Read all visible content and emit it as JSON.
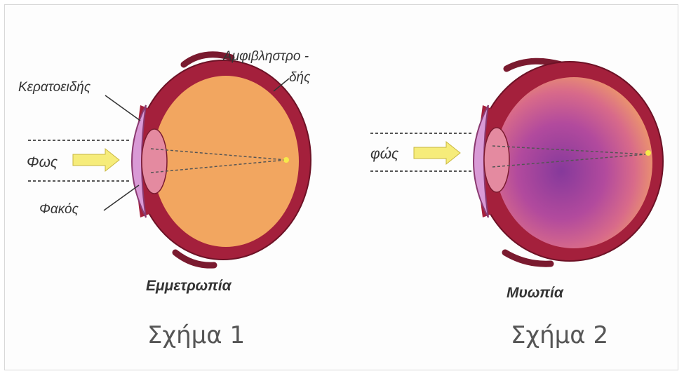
{
  "figure1": {
    "labels": {
      "retina_line1": "Αμφιβληστρο -",
      "retina_line2": "δής",
      "cornea": "Κερατοειδής",
      "light": "Φως",
      "lens": "Φακός"
    },
    "title": "Εμμετρωπία",
    "caption": "Σχήμα 1"
  },
  "figure2": {
    "labels": {
      "light": "φώς"
    },
    "title": "Μυωπία",
    "caption": "Σχήμα 2"
  },
  "colors": {
    "sclera": "#a4203c",
    "sclera_edge": "#6d1226",
    "vitreous": "#f2a660",
    "cornea": "#d99ad6",
    "arrow": "#f6ec7a",
    "myopia_center": "#8e3f9c",
    "myopia_edge": "#f0a062"
  }
}
